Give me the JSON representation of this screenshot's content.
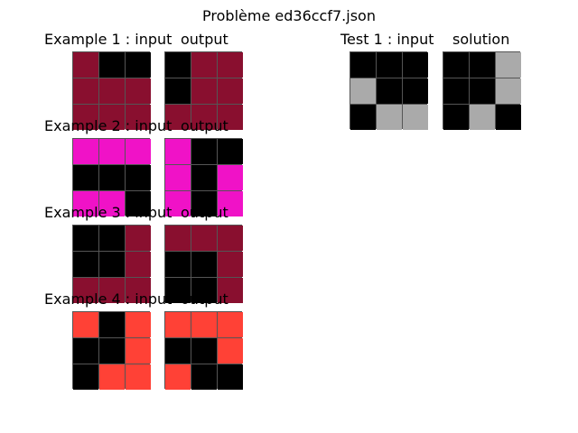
{
  "title": "Problème ed36ccf7.json",
  "palette": {
    "0": "#000000",
    "1": "#890f2f",
    "2": "#f012c7",
    "3": "#ff4136",
    "4": "#aaaaaa"
  },
  "examples": [
    {
      "input_label": "Example 1 : input",
      "output_label": "output",
      "input": [
        [
          1,
          0,
          0
        ],
        [
          1,
          1,
          1
        ],
        [
          1,
          1,
          1
        ]
      ],
      "output": [
        [
          0,
          1,
          1
        ],
        [
          0,
          1,
          1
        ],
        [
          1,
          1,
          1
        ]
      ]
    },
    {
      "input_label": "Example 2 : input",
      "output_label": "output",
      "input": [
        [
          2,
          2,
          2
        ],
        [
          0,
          0,
          0
        ],
        [
          2,
          2,
          0
        ]
      ],
      "output": [
        [
          2,
          0,
          0
        ],
        [
          2,
          0,
          2
        ],
        [
          2,
          0,
          2
        ]
      ]
    },
    {
      "input_label": "Example 3 : input",
      "output_label": "output",
      "input": [
        [
          0,
          0,
          1
        ],
        [
          0,
          0,
          1
        ],
        [
          1,
          1,
          1
        ]
      ],
      "output": [
        [
          1,
          1,
          1
        ],
        [
          0,
          0,
          1
        ],
        [
          0,
          0,
          1
        ]
      ]
    },
    {
      "input_label": "Example 4 : input",
      "output_label": "output",
      "input": [
        [
          3,
          0,
          3
        ],
        [
          0,
          0,
          3
        ],
        [
          0,
          3,
          3
        ]
      ],
      "output": [
        [
          3,
          3,
          3
        ],
        [
          0,
          0,
          3
        ],
        [
          3,
          0,
          0
        ]
      ]
    }
  ],
  "test": {
    "input_label": "Test 1 : input",
    "output_label": "solution",
    "input": [
      [
        0,
        0,
        0
      ],
      [
        4,
        0,
        0
      ],
      [
        0,
        4,
        4
      ]
    ],
    "output": [
      [
        0,
        0,
        4
      ],
      [
        0,
        0,
        4
      ],
      [
        0,
        4,
        0
      ]
    ]
  }
}
